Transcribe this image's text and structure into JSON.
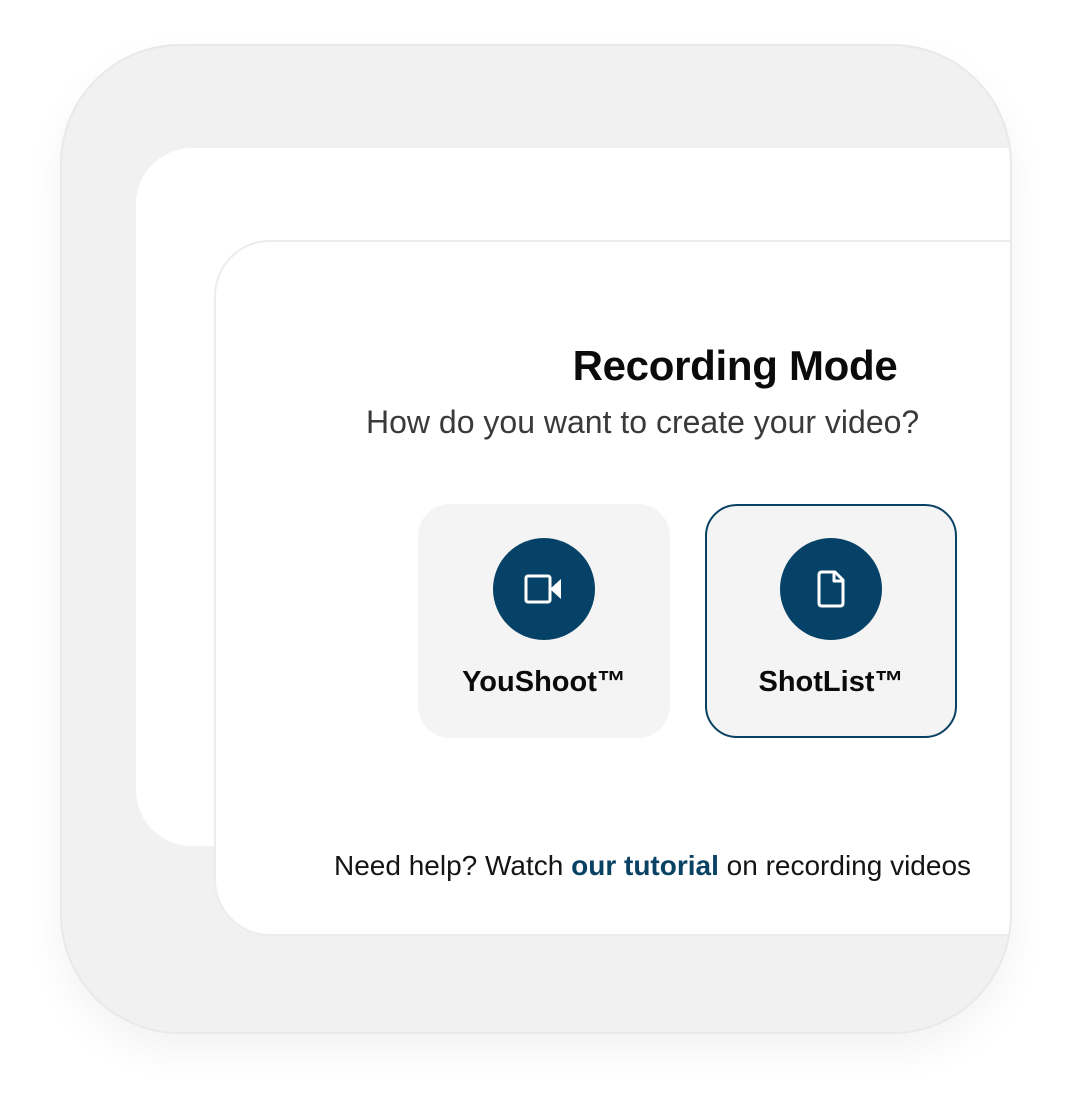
{
  "modal": {
    "title": "Recording Mode",
    "subtitle": "How do you want to create your video?"
  },
  "options": [
    {
      "label": "YouShoot™",
      "icon": "video-camera-icon",
      "selected": false
    },
    {
      "label": "ShotList™",
      "icon": "document-icon",
      "selected": true
    }
  ],
  "help": {
    "prefix": "Need help? Watch ",
    "link": "our tutorial",
    "suffix": " on recording videos"
  },
  "colors": {
    "accent": "#064267",
    "frame": "#f1f1f1",
    "card_background": "#f4f4f4"
  }
}
